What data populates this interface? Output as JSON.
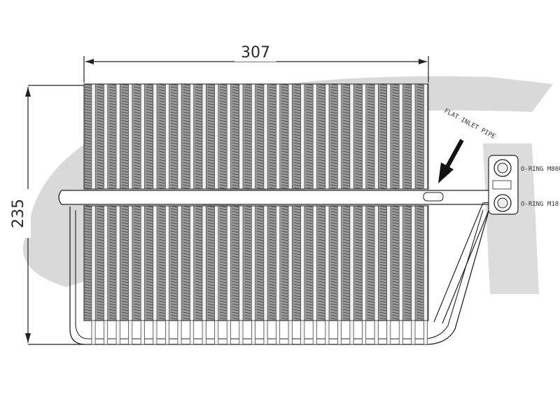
{
  "dimensions": {
    "width_label": "307",
    "height_label": "235"
  },
  "annotations": {
    "inlet_note": "FLAT INLET PIPE",
    "port_upper_note": "O-RING M800",
    "port_upper_spec": "",
    "port_lower_note": "O-RING M18",
    "port_lower_spec": ""
  },
  "colors": {
    "watermark": "#d6d6d6",
    "core": "#7a7a7a",
    "line": "#222222"
  }
}
